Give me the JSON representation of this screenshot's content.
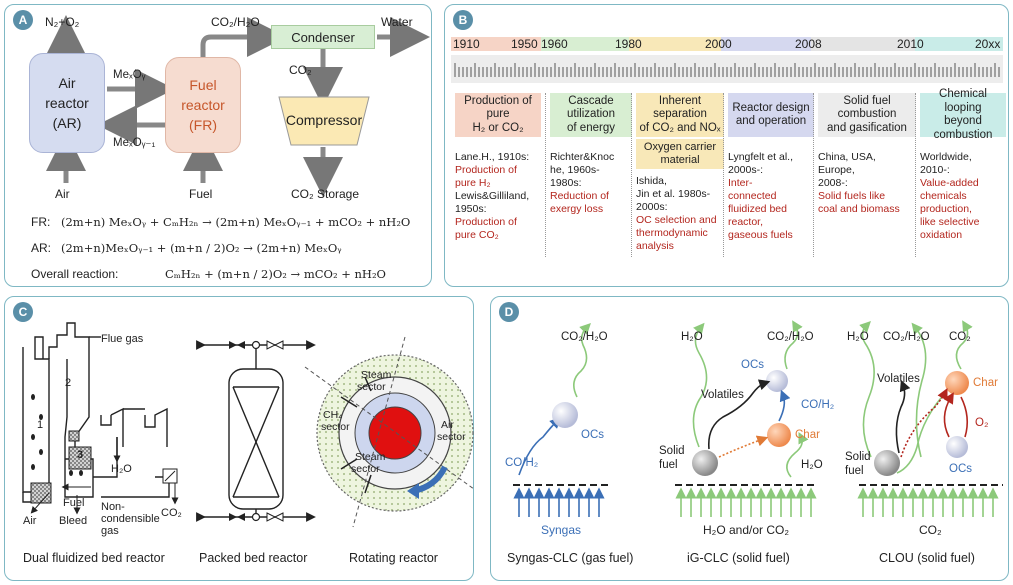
{
  "panelA": {
    "label": "A",
    "n2o2": "N₂+O₂",
    "air_reactor": "Air reactor (AR)",
    "ar_line1": "Air",
    "ar_line2": "reactor",
    "ar_line3": "(AR)",
    "fuel_reactor": "Fuel reactor (FR)",
    "fr_line1": "Fuel",
    "fr_line2": "reactor",
    "fr_line3": "(FR)",
    "meox_top": "MeₓOᵧ",
    "meox_bottom": "MeₓOᵧ₋₁",
    "co2h2o": "CO₂/H₂O",
    "condenser": "Condenser",
    "water": "Water",
    "co2": "CO₂",
    "compressor": "Compressor",
    "co2_storage": "CO₂ Storage",
    "air_in": "Air",
    "fuel_in": "Fuel",
    "eq_fr_label": "FR:",
    "eq_fr": "(2m+n) MeₓOᵧ + CₘH₂ₙ → (2m+n) MeₓOᵧ₋₁ + mCO₂ + nH₂O",
    "eq_ar_label": "AR:",
    "eq_ar": "(2m+n)MeₓOᵧ₋₁ + (m+n / 2)O₂ → (2m+n) MeₓOᵧ",
    "eq_overall_label": "Overall reaction:",
    "eq_overall": "CₘH₂ₙ + (m+n / 2)O₂ → mCO₂ + nH₂O"
  },
  "panelB": {
    "label": "B",
    "years": [
      "1910",
      "1950",
      "1960",
      "1980",
      "2000",
      "2008",
      "2010",
      "20xx"
    ],
    "columns": [
      {
        "title": [
          "Production of",
          "pure",
          "H₂ or CO₂"
        ],
        "entries": [
          {
            "text": "Lane.H., 1910s:",
            "color": "dark"
          },
          {
            "text": "Production of",
            "color": "red"
          },
          {
            "text": "pure H₂",
            "color": "red"
          },
          {
            "text": "Lewis&Gilliland,",
            "color": "dark"
          },
          {
            "text": "1950s:",
            "color": "dark"
          },
          {
            "text": "Production of",
            "color": "red"
          },
          {
            "text": "pure CO₂",
            "color": "red"
          }
        ]
      },
      {
        "title": [
          "Cascade",
          "utilization",
          "of energy"
        ],
        "entries": [
          {
            "text": "Richter&Knoc",
            "color": "dark"
          },
          {
            "text": "he, 1960s-",
            "color": "dark"
          },
          {
            "text": "1980s:",
            "color": "dark"
          },
          {
            "text": "Reduction of",
            "color": "red"
          },
          {
            "text": "exergy loss",
            "color": "red"
          }
        ]
      },
      {
        "title": [
          "Inherent",
          "separation",
          "of CO₂ and NOₓ"
        ],
        "subtitle": [
          "Oxygen carrier",
          "material"
        ],
        "entries": [
          {
            "text": "Ishida,",
            "color": "dark"
          },
          {
            "text": "Jin et al. 1980s-",
            "color": "dark"
          },
          {
            "text": "2000s:",
            "color": "dark"
          },
          {
            "text": "OC selection and",
            "color": "red"
          },
          {
            "text": "thermodynamic",
            "color": "red"
          },
          {
            "text": "analysis",
            "color": "red"
          }
        ]
      },
      {
        "title": [
          "Reactor design",
          "and operation"
        ],
        "entries": [
          {
            "text": "Lyngfelt et al.,",
            "color": "dark"
          },
          {
            "text": "2000s-:",
            "color": "dark"
          },
          {
            "text": "Inter-",
            "color": "red"
          },
          {
            "text": "connected",
            "color": "red"
          },
          {
            "text": "fluidized bed",
            "color": "red"
          },
          {
            "text": "reactor,",
            "color": "red"
          },
          {
            "text": "gaseous fuels",
            "color": "red"
          }
        ]
      },
      {
        "title": [
          "Solid fuel",
          "combustion",
          "and gasification"
        ],
        "entries": [
          {
            "text": "China, USA,",
            "color": "dark"
          },
          {
            "text": "Europe,",
            "color": "dark"
          },
          {
            "text": "2008-:",
            "color": "dark"
          },
          {
            "text": "Solid fuels like",
            "color": "red"
          },
          {
            "text": "coal and biomass",
            "color": "red"
          }
        ]
      },
      {
        "title": [
          "Chemical looping",
          "beyond",
          "combustion"
        ],
        "entries": [
          {
            "text": "Worldwide,",
            "color": "dark"
          },
          {
            "text": "2010-:",
            "color": "dark"
          },
          {
            "text": "Value-added",
            "color": "red"
          },
          {
            "text": "chemicals",
            "color": "red"
          },
          {
            "text": "production,",
            "color": "red"
          },
          {
            "text": "like selective",
            "color": "red"
          },
          {
            "text": "oxidation",
            "color": "red"
          }
        ]
      }
    ]
  },
  "panelC": {
    "label": "C",
    "flue_gas": "Flue gas",
    "n2": "2",
    "n1": "1",
    "n3": "3",
    "h2o": "H₂O",
    "fuel": "Fuel",
    "air": "Air",
    "bleed": "Bleed",
    "noncond": [
      "Non-",
      "condensible",
      "gas"
    ],
    "co2": "CO₂",
    "steam_top": [
      "Steam",
      "sector"
    ],
    "ch4": [
      "CH₄",
      "sector"
    ],
    "air_sector": [
      "Air",
      "sector"
    ],
    "steam_bottom": [
      "Steam",
      "sector"
    ],
    "cap_dual": "Dual fluidized bed reactor",
    "cap_packed": "Packed bed reactor",
    "cap_rot": "Rotating reactor"
  },
  "panelD": {
    "label": "D",
    "s1": {
      "co2h2o": "CO₂/H₂O",
      "ocs": "OCs",
      "coh2": "CO/H₂",
      "feed": "Syngas",
      "caption": "Syngas-CLC (gas fuel)"
    },
    "s2": {
      "h2o": "H₂O",
      "co2h2o": "CO₂/H₂O",
      "ocs": "OCs",
      "volatiles": "Volatiles",
      "coh2": "CO/H₂",
      "char": "Char",
      "solid_fuel": [
        "Solid",
        "fuel"
      ],
      "h2o_b": "H₂O",
      "feed": "H₂O and/or CO₂",
      "caption": "iG-CLC (solid fuel)"
    },
    "s3": {
      "h2o": "H₂O",
      "co2h2o": "CO₂/H₂O",
      "co2": "CO₂",
      "volatiles": "Volatiles",
      "char": "Char",
      "o2": "O₂",
      "solid_fuel": [
        "Solid",
        "fuel"
      ],
      "ocs": "OCs",
      "feed": "CO₂",
      "caption": "CLOU (solid fuel)"
    }
  },
  "colors": {
    "border": "#7fb8c4",
    "badge": "#5a8fa8",
    "red": "#b3261e",
    "blue": "#3b6fb6",
    "green": "#8cc97a",
    "orange": "#f2a06b"
  }
}
